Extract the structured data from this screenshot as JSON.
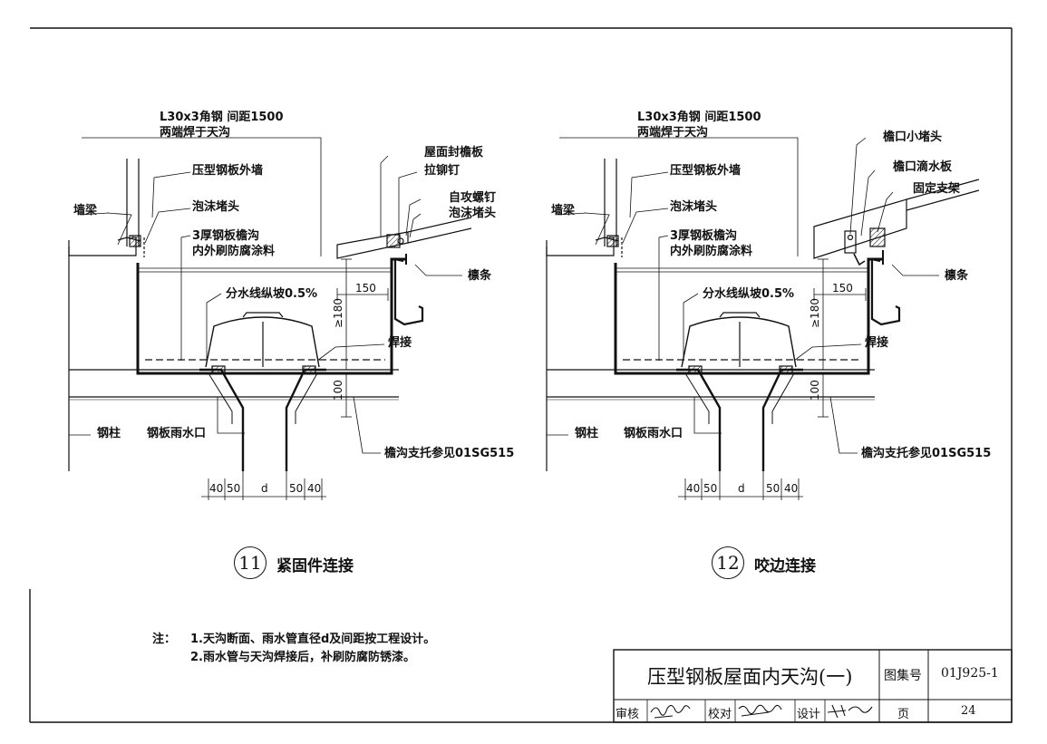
{
  "detail_left": {
    "number": "11",
    "caption": "紧固件连接",
    "labels": {
      "angle_steel": "L30x3角钢 间距1500\n两端焊于天沟",
      "wall_panel": "压型钢板外墙",
      "wall_beam": "墙梁",
      "foam_plug": "泡沫堵头",
      "gutter": "3厚钢板檐沟\n内外刷防腐涂料",
      "roof_trim": "屋面封檐板",
      "rivet": "拉铆钉",
      "screw": "自攻螺钉",
      "foam_plug2": "泡沫堵头",
      "purlin": "檩条",
      "divide_line": "分水线纵坡0.5%",
      "weld": "焊接",
      "column": "钢柱",
      "outlet": "钢板雨水口",
      "support": "檐沟支托参见01SG515"
    },
    "dims": {
      "d150": "150",
      "d180": "≥180",
      "d100": "100",
      "d40a": "40",
      "d50a": "50",
      "dd": "d",
      "d50b": "50",
      "d40b": "40"
    }
  },
  "detail_right": {
    "number": "12",
    "caption": "咬边连接",
    "labels": {
      "angle_steel": "L30x3角钢 间距1500\n两端焊于天沟",
      "wall_panel": "压型钢板外墙",
      "wall_beam": "墙梁",
      "foam_plug": "泡沫堵头",
      "gutter": "3厚钢板檐沟\n内外刷防腐涂料",
      "eave_plug": "檐口小堵头",
      "drip_plate": "檐口滴水板",
      "bracket": "固定支架",
      "purlin": "檩条",
      "divide_line": "分水线纵坡0.5%",
      "weld": "焊接",
      "column": "钢柱",
      "outlet": "钢板雨水口",
      "support": "檐沟支托参见01SG515"
    },
    "dims": {
      "d150": "150",
      "d180": "≥180",
      "d100": "100",
      "d40a": "40",
      "d50a": "50",
      "dd": "d",
      "d50b": "50",
      "d40b": "40"
    }
  },
  "notes": {
    "prefix": "注：",
    "line1": "1.天沟断面、雨水管直径d及间距按工程设计。",
    "line2": "2.雨水管与天沟焊接后，补刷防腐防锈漆。"
  },
  "title_block": {
    "title": "压型钢板屋面内天沟(一)",
    "atlas_label": "图集号",
    "atlas_no": "01J925-1",
    "page_label": "页",
    "page_no": "24",
    "review_label": "审核",
    "check_label": "校对",
    "design_label": "设计"
  }
}
